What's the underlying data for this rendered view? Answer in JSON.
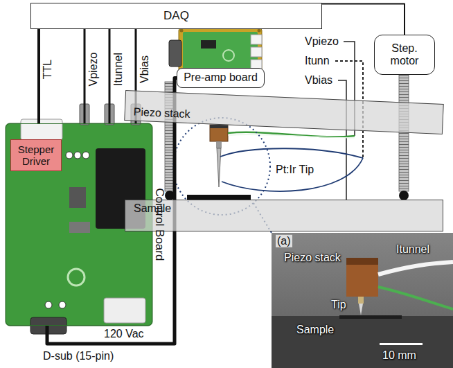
{
  "diagram": {
    "nodes": [
      {
        "text": [
          "DAQ"
        ]
      },
      {
        "text": [
          "Control Board"
        ]
      },
      {
        "text": [
          "Stepper Driver"
        ],
        "in": 1
      },
      {
        "text": [
          "Pre-amp board"
        ]
      },
      {
        "text": [
          "Step. motor"
        ]
      },
      {
        "text": [
          "Piezo stack"
        ]
      },
      {
        "text": [
          "Sample"
        ]
      }
    ],
    "edges": [
      {
        "from": 0,
        "to": 1,
        "arrow": "none",
        "label": "TTL"
      },
      {
        "from": 0,
        "to": 1,
        "arrow": "none",
        "label": "Vpiezo"
      },
      {
        "from": 0,
        "to": 1,
        "arrow": "none",
        "label": "Itunnel"
      },
      {
        "from": 0,
        "to": 1,
        "arrow": "none",
        "label": "Vbias"
      },
      {
        "from": 1,
        "to": 3,
        "arrow": "none"
      },
      {
        "from": 0,
        "to": 4,
        "arrow": "none"
      }
    ],
    "labels": [
      "Vpiezo",
      "Itunn",
      "Vbias",
      "Pt:Ir Tip",
      "120 Vac",
      "D-sub (15-pin)",
      "(a)",
      "Piezo stack",
      "Itunnel",
      "Tip",
      "Sample",
      "10 mm"
    ]
  }
}
